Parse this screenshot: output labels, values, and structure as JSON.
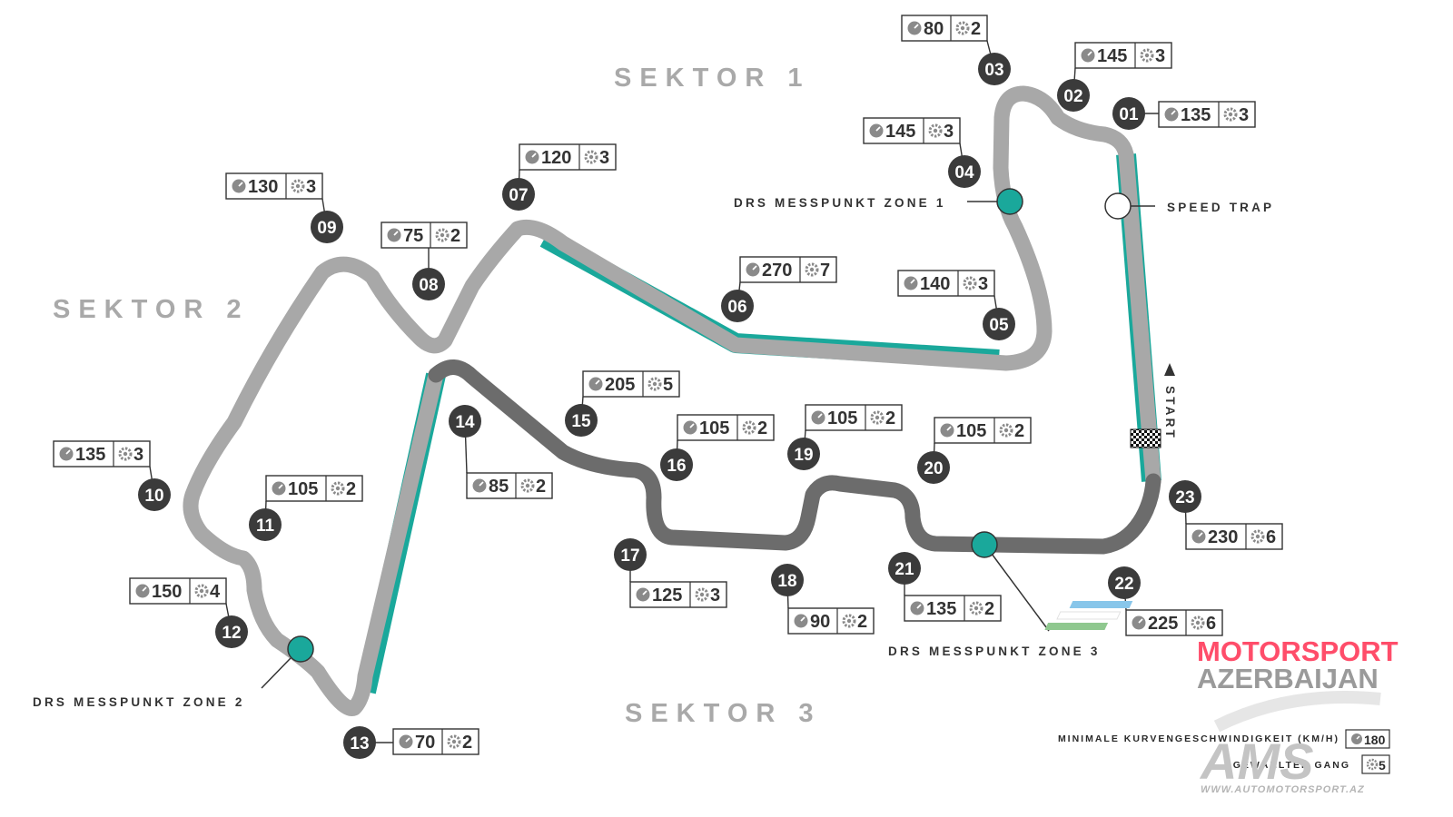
{
  "sectors": {
    "s1": "SEKTOR 1",
    "s2": "SEKTOR 2",
    "s3": "SEKTOR 3"
  },
  "zones": {
    "drs1": "DRS MESSPUNKT ZONE 1",
    "drs2": "DRS MESSPUNKT ZONE 2",
    "drs3": "DRS MESSPUNKT ZONE 3",
    "speed_trap": "SPEED TRAP",
    "start": "START"
  },
  "corners": [
    {
      "id": "01",
      "speed": "135",
      "gear": "3"
    },
    {
      "id": "02",
      "speed": "145",
      "gear": "3"
    },
    {
      "id": "03",
      "speed": "80",
      "gear": "2"
    },
    {
      "id": "04",
      "speed": "145",
      "gear": "3"
    },
    {
      "id": "05",
      "speed": "140",
      "gear": "3"
    },
    {
      "id": "06",
      "speed": "270",
      "gear": "7"
    },
    {
      "id": "07",
      "speed": "120",
      "gear": "3"
    },
    {
      "id": "08",
      "speed": "75",
      "gear": "2"
    },
    {
      "id": "09",
      "speed": "130",
      "gear": "3"
    },
    {
      "id": "10",
      "speed": "135",
      "gear": "3"
    },
    {
      "id": "11",
      "speed": "105",
      "gear": "2"
    },
    {
      "id": "12",
      "speed": "150",
      "gear": "4"
    },
    {
      "id": "13",
      "speed": "70",
      "gear": "2"
    },
    {
      "id": "14",
      "speed": "85",
      "gear": "2"
    },
    {
      "id": "15",
      "speed": "205",
      "gear": "5"
    },
    {
      "id": "16",
      "speed": "105",
      "gear": "2"
    },
    {
      "id": "17",
      "speed": "125",
      "gear": "3"
    },
    {
      "id": "18",
      "speed": "90",
      "gear": "2"
    },
    {
      "id": "19",
      "speed": "105",
      "gear": "2"
    },
    {
      "id": "20",
      "speed": "105",
      "gear": "2"
    },
    {
      "id": "21",
      "speed": "135",
      "gear": "2"
    },
    {
      "id": "22",
      "speed": "225",
      "gear": "6"
    },
    {
      "id": "23",
      "speed": "230",
      "gear": "6"
    }
  ],
  "legend": {
    "min_speed_label": "MINIMALE KURVENGESCHWINDIGKEIT (KM/H)",
    "min_speed_value": "180",
    "gear_label": "GEWÄHLTER GANG",
    "gear_value": "5"
  },
  "logo": {
    "line1": "MOTORSPORT",
    "line2": "AZERBAIJAN",
    "mark": "AMS",
    "url": "WWW.AUTOMOTORSPORT.AZ"
  },
  "colors": {
    "drs": "#1aa89b",
    "sector12": "#a8a8a8",
    "sector3": "#6c6c6c",
    "badge": "#3b3b3b"
  }
}
